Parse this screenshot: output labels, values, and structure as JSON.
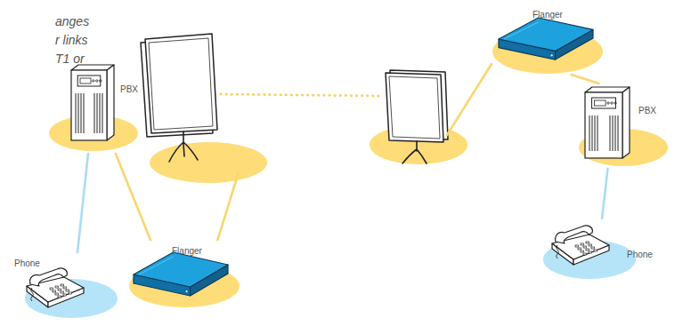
{
  "diagram": {
    "nodes": [
      {
        "text": [
          "PBX"
        ]
      },
      {
        "text": [
          "Phone"
        ]
      },
      {
        "text": [
          "Flanger"
        ]
      },
      {
        "text": [
          "Flanger"
        ]
      },
      {
        "text": [
          "PBX"
        ]
      },
      {
        "text": [
          "Phone"
        ]
      }
    ],
    "edges": [
      {
        "from": 0,
        "to": 1,
        "arrow": "none"
      },
      {
        "from": 0,
        "to": 2,
        "arrow": "none"
      },
      {
        "from": 2,
        "to": 3,
        "arrow": "none"
      },
      {
        "from": 3,
        "to": 4,
        "arrow": "none"
      },
      {
        "from": 4,
        "to": 5,
        "arrow": "none"
      }
    ],
    "labels": [
      "anges r links T1 or"
    ]
  }
}
